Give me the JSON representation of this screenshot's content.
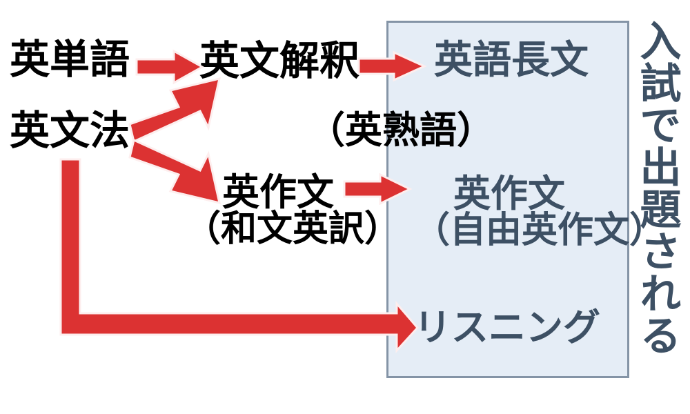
{
  "diagram": {
    "title_vertical": "入試で出題される",
    "accent_color": "#dc3232",
    "box_fill_color": "#e5edf6",
    "box_border_color": "#8494a6",
    "inside_text_color": "#3d5064",
    "outside_text_color": "#000000"
  },
  "inputs": {
    "vocabulary": "英単語",
    "grammar": "英文法"
  },
  "middle": {
    "interpretation": "英文解釈",
    "idioms": "（英熟語）",
    "composition_line1": "英作文",
    "composition_line2": "（和文英訳）"
  },
  "exam_box": {
    "long_reading": "英語長文",
    "free_composition_line1": "英作文",
    "free_composition_line2": "（自由英作文）",
    "listening": "リスニング"
  },
  "arrows": {
    "vocab_to_interpretation": "arrow-right",
    "grammar_to_interpretation": "arrow-up-right",
    "grammar_to_composition": "arrow-down-right",
    "interpretation_to_long_reading": "arrow-right",
    "composition_to_free_composition": "arrow-right",
    "grammar_to_listening": "arrow-elbow-right"
  }
}
